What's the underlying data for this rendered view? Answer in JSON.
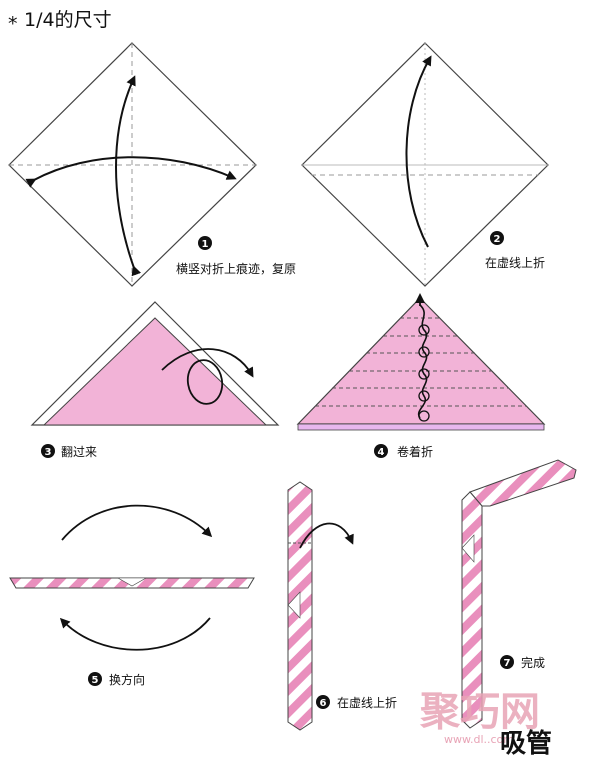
{
  "title": {
    "star": "*",
    "text": "1/4的尺寸"
  },
  "steps": [
    {
      "number": "1",
      "label": "横竖对折上痕迹，复原"
    },
    {
      "number": "2",
      "label": "在虚线上折"
    },
    {
      "number": "3",
      "label": "翻过来"
    },
    {
      "number": "4",
      "label": "卷着折"
    },
    {
      "number": "5",
      "label": "换方向"
    },
    {
      "number": "6",
      "label": "在虚线上折"
    },
    {
      "number": "7",
      "label": "完成"
    }
  ],
  "bottom_title": "吸管",
  "watermark": {
    "text": "聚巧网",
    "url": "www.dl..com"
  },
  "colors": {
    "paper_pink": "#f2b3d7",
    "stripe_pink": "#e98fbd",
    "outline": "#444444",
    "fold_line": "#999999",
    "arrow": "#111111",
    "watermark": "#e8a4b6"
  }
}
